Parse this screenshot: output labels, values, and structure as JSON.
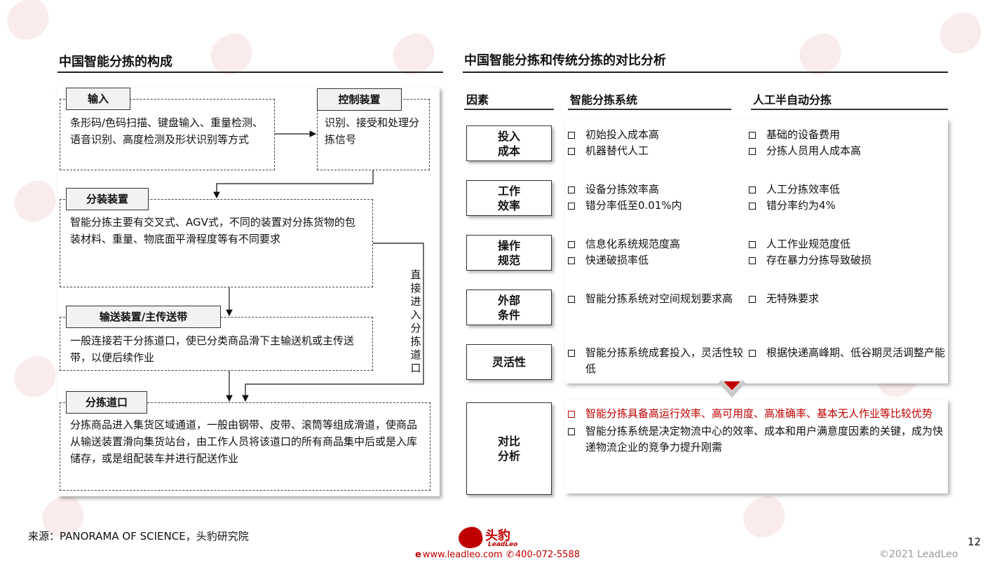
{
  "left": {
    "title": "中国智能分拣的构成",
    "input": {
      "label": "输入",
      "text": "条形码/色码扫描、键盘输入、重量检测、语音识别、高度检测及形状识别等方式"
    },
    "control": {
      "label": "控制装置",
      "text": "识别、接受和处理分拣信号"
    },
    "sorter": {
      "label": "分装装置",
      "text": "智能分拣主要有交叉式、AGV式，不同的装置对分拣货物的包装材料、重量、物底面平滑程度等有不同要求"
    },
    "conveyor": {
      "label": "输送装置/主传送带",
      "text": "一般连接若干分拣道口，使已分类商品滑下主输送机或主传送带，以便后续作业"
    },
    "exit": {
      "label": "分拣道口",
      "text": "分拣商品进入集货区域通道，一般由钢带、皮带、滚筒等组成滑道，使商品从输送装置滑向集货站台，由工作人员将该道口的所有商品集中后或是入库储存，或是组配装车并进行配送作业"
    },
    "direct_label": "直接进入分拣道口"
  },
  "right": {
    "title": "中国智能分拣和传统分拣的对比分析",
    "headers": {
      "factor": "因素",
      "smart": "智能分拣系统",
      "manual": "人工半自动分拣"
    },
    "rows": [
      {
        "label1": "投入",
        "label2": "成本",
        "smart": [
          "初始投入成本高",
          "机器替代人工"
        ],
        "manual": [
          "基础的设备费用",
          "分拣人员用人成本高"
        ]
      },
      {
        "label1": "工作",
        "label2": "效率",
        "smart": [
          "设备分拣效率高",
          "错分率低至0.01%内"
        ],
        "manual": [
          "人工分拣效率低",
          "错分率约为4%"
        ]
      },
      {
        "label1": "操作",
        "label2": "规范",
        "smart": [
          "信息化系统规范度高",
          "快递破损率低"
        ],
        "manual": [
          "人工作业规范度低",
          "存在暴力分拣导致破损"
        ]
      },
      {
        "label1": "外部",
        "label2": "条件",
        "smart": [
          "智能分拣系统对空间规划要求高"
        ],
        "manual": [
          "无特殊要求"
        ]
      },
      {
        "label1": "灵活性",
        "label2": "",
        "smart": [
          "智能分拣系统成套投入，灵活性较低"
        ],
        "manual": [
          "根据快递高峰期、低谷期灵活调整产能"
        ]
      }
    ],
    "conclusion": {
      "label1": "对比",
      "label2": "分析",
      "items": [
        "智能分拣具备高运行效率、高可用度、高准确率、基本无人作业等比较优势",
        "智能分拣系统是决定物流中心的效率、成本和用户满意度因素的关键，成为快递物流企业的竞争力提升刚需"
      ]
    }
  },
  "footer": {
    "source": "来源：PANORAMA OF SCIENCE，头豹研究院",
    "logo_name": "头豹",
    "logo_sub": "LeadLeo",
    "website": "www.leadleo.com",
    "phone": "400-072-5588",
    "page": "12",
    "copyright": "©2021 LeadLeo"
  },
  "colors": {
    "accent": "#c00000",
    "text": "#111111",
    "muted": "#999999"
  }
}
